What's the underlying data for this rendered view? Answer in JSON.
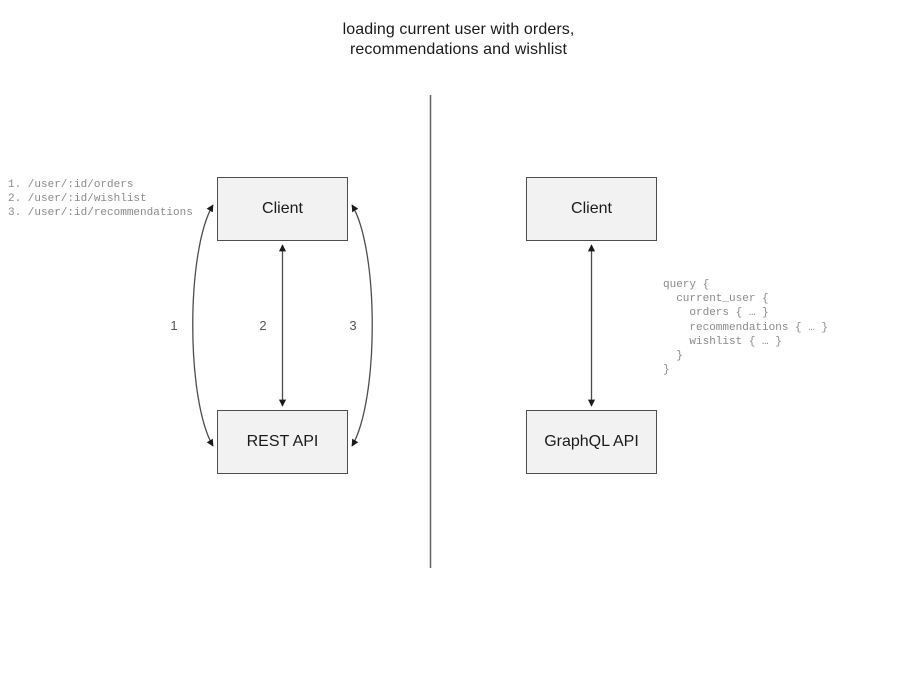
{
  "title": "loading current user with orders,\nrecommendations and wishlist",
  "rest_side": {
    "client_node": "Client",
    "api_node": "REST API",
    "endpoints_text": "1. /user/:id/orders\n2. /user/:id/wishlist\n3. /user/:id/recommendations",
    "edge_labels": [
      "1",
      "2",
      "3"
    ]
  },
  "graphql_side": {
    "client_node": "Client",
    "api_node": "GraphQL API",
    "query_text": "query {\n  current_user {\n    orders { … }\n    recommendations { … }\n    wishlist { … }\n  }\n}"
  },
  "colors": {
    "node_fill": "#f2f2f2",
    "node_stroke": "#4d4d4d",
    "edge_stroke": "#4d4d4d",
    "divider": "#666666",
    "code_text": "#8a8a8a",
    "title_text": "#1a1a1a"
  }
}
